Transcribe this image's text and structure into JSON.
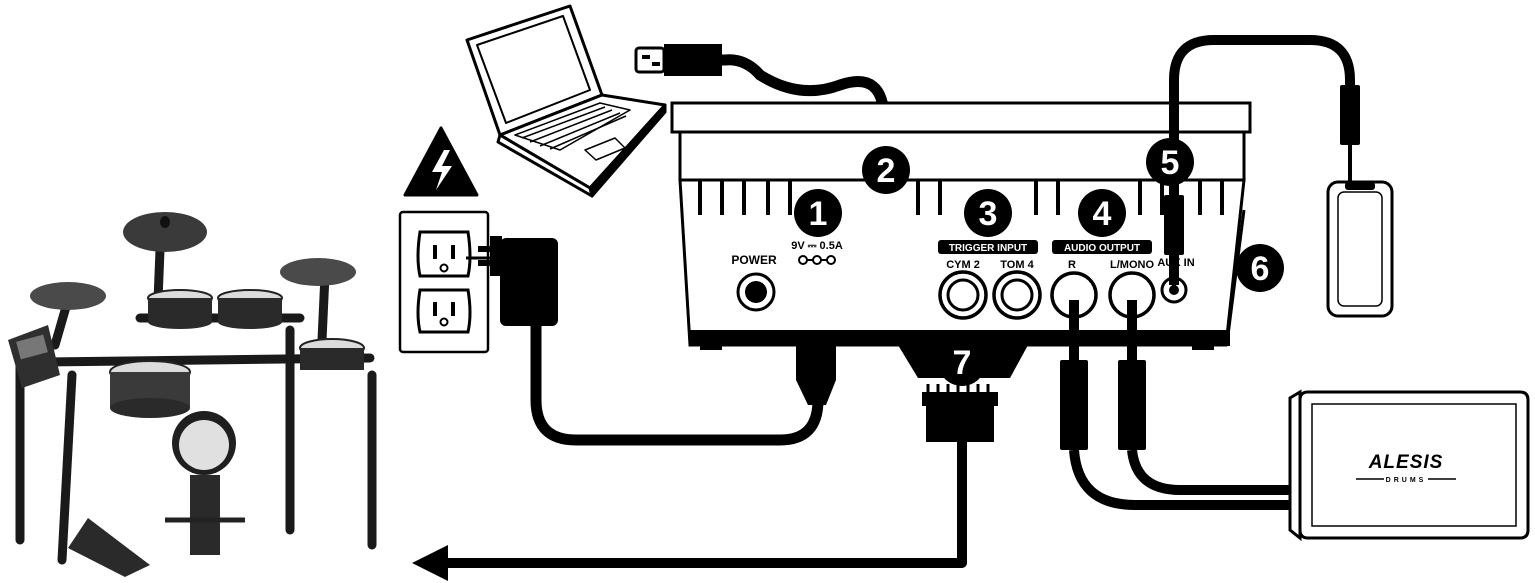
{
  "callouts": [
    "1",
    "2",
    "3",
    "4",
    "5",
    "6",
    "7"
  ],
  "module": {
    "power_label": "POWER",
    "power_spec": "9V ⎓ 0.5A",
    "trigger_input_header": "TRIGGER INPUT",
    "cym2_label": "CYM 2",
    "tom4_label": "TOM 4",
    "audio_output_header": "AUDIO OUTPUT",
    "r_label": "R",
    "lmono_label": "L/MONO",
    "aux_in_label": "AUX IN"
  },
  "speaker": {
    "brand": "ALESIS",
    "sub": "DRUMS"
  },
  "icons": [
    "electric-hazard-icon",
    "wall-outlet",
    "laptop",
    "smartphone",
    "drum-kit",
    "speaker"
  ]
}
